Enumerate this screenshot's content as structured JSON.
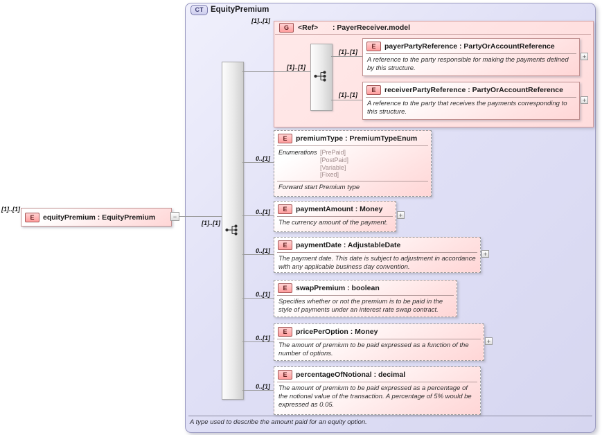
{
  "colors": {
    "container_bg": "#dedef4",
    "container_border": "#9a9ac1",
    "group_bg": "#ffe2e2",
    "element_border_required": "#c08f8f",
    "element_border_optional": "#9a9a9a",
    "element_gradient_bottom": "#ffd6d6",
    "badge_red_bg": "#ffb3b3",
    "badge_red_border": "#a35454",
    "ct_badge_border": "#7d7dae",
    "connector_line": "#9a9a9a"
  },
  "complex_type": {
    "badge": "CT",
    "title": "EquityPremium",
    "footer_note": "A type used to describe the amount paid for an equity option."
  },
  "root_element": {
    "cardinality": "[1]..[1]",
    "badge": "E",
    "title": "equityPremium : EquityPremium",
    "collapse_glyph": "−"
  },
  "main_sequence": {
    "icon": "sequence-icon",
    "cardinality": "[1]..[1]"
  },
  "group": {
    "cardinality": "[1]..[1]",
    "badge": "G",
    "name": "<Ref>",
    "type": ": PayerReceiver.model",
    "sequence_cardinality": "[1]..[1]",
    "children": {
      "payer": {
        "cardinality": "[1]..[1]",
        "badge": "E",
        "title": "payerPartyReference : PartyOrAccountReference",
        "description": "A reference to the party responsible for making the payments defined by this structure.",
        "expand_glyph": "+"
      },
      "receiver": {
        "cardinality": "[1]..[1]",
        "badge": "E",
        "title": "receiverPartyReference : PartyOrAccountReference",
        "description": "A reference to the party that receives the payments corresponding to this structure.",
        "expand_glyph": "+"
      }
    }
  },
  "elements": {
    "premiumType": {
      "cardinality": "0..[1]",
      "badge": "E",
      "title": "premiumType : PremiumTypeEnum",
      "enumerations_label": "Enumerations",
      "enumerations": [
        "[PrePaid]",
        "[PostPaid]",
        "[Variable]",
        "[Fixed]"
      ],
      "description": "Forward start Premium type"
    },
    "paymentAmount": {
      "cardinality": "0..[1]",
      "badge": "E",
      "title": "paymentAmount : Money",
      "description": "The currency amount of the payment.",
      "expand_glyph": "+"
    },
    "paymentDate": {
      "cardinality": "0..[1]",
      "badge": "E",
      "title": "paymentDate : AdjustableDate",
      "description": "The payment date. This date is subject to adjustment in accordance with any applicable business day convention.",
      "expand_glyph": "+"
    },
    "swapPremium": {
      "cardinality": "0..[1]",
      "badge": "E",
      "title": "swapPremium : boolean",
      "description": "Specifies whether or not the premium is to be paid in the style of payments under an interest rate swap contract."
    },
    "pricePerOption": {
      "cardinality": "0..[1]",
      "badge": "E",
      "title": "pricePerOption : Money",
      "description": "The amount of premium to be paid expressed as a function of the number of options.",
      "expand_glyph": "+"
    },
    "percentageOfNotional": {
      "cardinality": "0..[1]",
      "badge": "E",
      "title": "percentageOfNotional : decimal",
      "description": "The amount of premium to be paid expressed as a percentage of the notional value of the transaction. A percentage of 5% would be expressed as 0.05."
    }
  }
}
